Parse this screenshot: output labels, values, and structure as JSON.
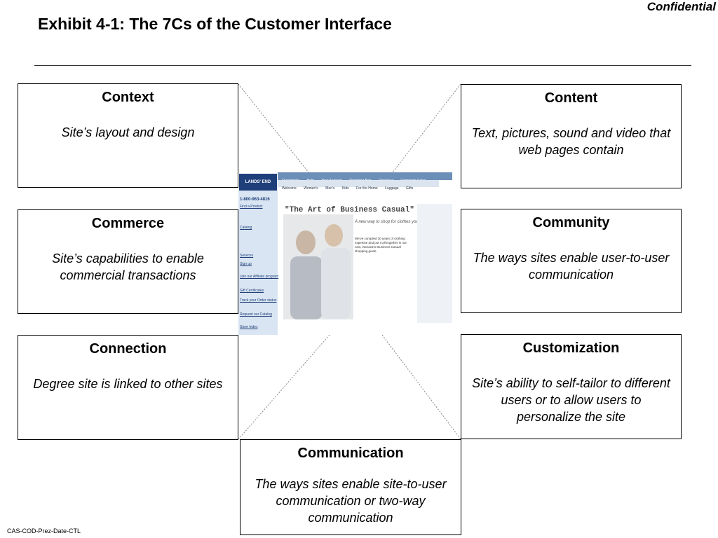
{
  "header": {
    "confidential": "Confidential",
    "title": "Exhibit 4-1: The 7Cs of the Customer Interface"
  },
  "boxes": {
    "context": {
      "title": "Context",
      "desc": "Site’s layout and design"
    },
    "content": {
      "title": "Content",
      "desc": "Text, pictures, sound and video that web pages contain"
    },
    "commerce": {
      "title": "Commerce",
      "desc": "Site’s capabilities to enable commercial transactions"
    },
    "community": {
      "title": "Community",
      "desc": "The ways sites enable user-to-user communication"
    },
    "connection": {
      "title": "Connection",
      "desc": "Degree site is linked to other sites"
    },
    "customization": {
      "title": "Customization",
      "desc": "Site’s ability to self-tailor to different users or to allow users to personalize the site"
    },
    "communication": {
      "title": "Communication",
      "desc": "The ways sites enable site-to-user communication or two-way communication"
    }
  },
  "screenshot": {
    "logo": "LANDS' END",
    "topbar": [
      "Overstocks",
      "Help",
      "Your Account",
      "Shopping Bag",
      "Checkout",
      "Corporate Sales"
    ],
    "navbar": [
      "Welcome",
      "Women's",
      "Men's",
      "Kids",
      "For the Home",
      "Luggage",
      "Gifts"
    ],
    "phone": "1-800-963-4816",
    "sidebar_items": [
      "Find a Product",
      "Catalog",
      "Services",
      "Sign up",
      "Join our Affiliate program",
      "Gift Certificates",
      "Track your Order status",
      "Request our Catalog",
      "Store Index"
    ],
    "heading": "\"The Art of Business Casual\"",
    "tagline": "A new way to shop for clothes you wear at work.",
    "body": "We've compiled 30 years of clothing expertise and put it all together in our new, interactive Business Casual shopping guide."
  },
  "footer": {
    "code": "CAS-COD-Prez-Date-CTL"
  }
}
